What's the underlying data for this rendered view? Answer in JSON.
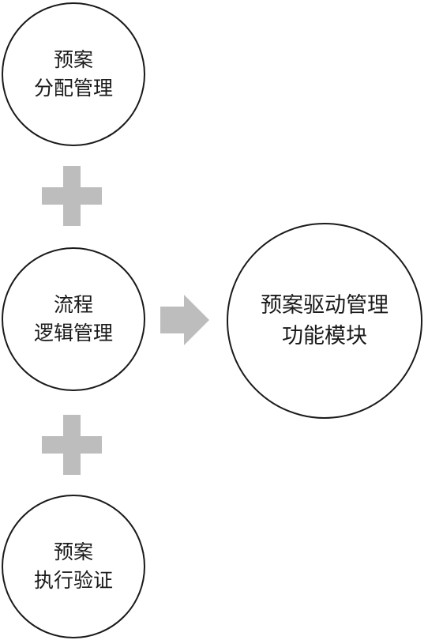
{
  "nodes": {
    "plan_allocation": {
      "line1": "预案",
      "line2": "分配管理"
    },
    "process_logic": {
      "line1": "流程",
      "line2": "逻辑管理"
    },
    "plan_execution": {
      "line1": "预案",
      "line2": "执行验证"
    },
    "result_module": {
      "line1": "预案驱动管理",
      "line2": "功能模块"
    }
  },
  "colors": {
    "stroke": "#1a1a1a",
    "connector_fill": "#bdbdbd"
  },
  "icons": {
    "plus_1": "plus-icon",
    "plus_2": "plus-icon",
    "arrow": "arrow-right-icon"
  }
}
